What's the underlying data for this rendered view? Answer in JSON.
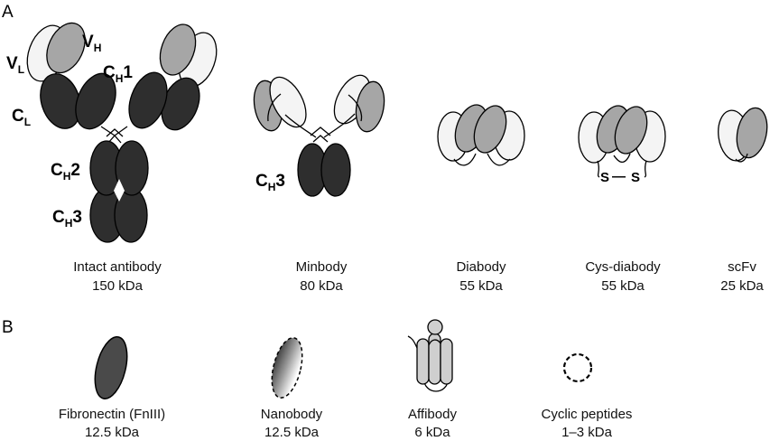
{
  "panels": {
    "a": "A",
    "b": "B"
  },
  "domain_labels": {
    "vl": "V",
    "vl_sub": "L",
    "vh": "V",
    "vh_sub": "H",
    "ch1": "C",
    "ch1_sub": "H",
    "ch1_num": "1",
    "cl": "C",
    "cl_sub": "L",
    "ch2": "C",
    "ch2_sub": "H",
    "ch2_num": "2",
    "ch3": "C",
    "ch3_sub": "H",
    "ch3_num": "3",
    "mini_ch3": "C",
    "mini_ch3_sub": "H",
    "mini_ch3_num": "3"
  },
  "disulfide": {
    "s1": "S",
    "dash": "—",
    "s2": "S"
  },
  "formats_a": [
    {
      "name": "Intact antibody",
      "size": "150 kDa"
    },
    {
      "name": "Minbody",
      "size": "80 kDa"
    },
    {
      "name": "Diabody",
      "size": "55 kDa"
    },
    {
      "name": "Cys-diabody",
      "size": "55 kDa"
    },
    {
      "name": "scFv",
      "size": "25 kDa"
    }
  ],
  "formats_b": [
    {
      "name": "Fibronectin (FnIII)",
      "size": "12.5 kDa"
    },
    {
      "name": "Nanobody",
      "size": "12.5 kDa"
    },
    {
      "name": "Affibody",
      "size": "6 kDa"
    },
    {
      "name": "Cyclic peptides",
      "size": "1–3 kDa"
    }
  ],
  "colors": {
    "light": "#f4f4f4",
    "medium": "#a6a6a6",
    "dark": "#2e2e2e",
    "stroke": "#000000"
  }
}
